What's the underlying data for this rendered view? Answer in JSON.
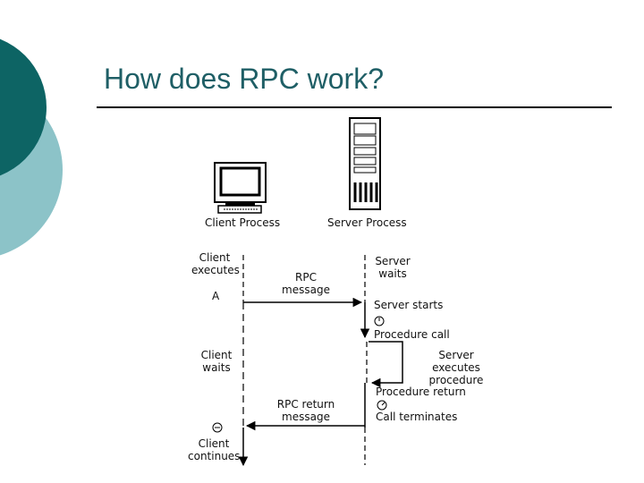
{
  "slide": {
    "title": "How does RPC work?",
    "colors": {
      "teal_dark": "#0d6464",
      "teal_light": "#8cc3c8",
      "title_text": "#1f5f66"
    }
  },
  "diagram": {
    "client_process": "Client Process",
    "server_process": "Server Process",
    "client_executes": [
      "Client",
      "executes"
    ],
    "server_waits": [
      "Server",
      "waits"
    ],
    "rpc_message": [
      "RPC",
      "message"
    ],
    "marker_a": "A",
    "server_starts": "Server starts",
    "procedure_call": "Procedure call",
    "client_waits": [
      "Client",
      "waits"
    ],
    "server_executes": [
      "Server executes",
      "procedure"
    ],
    "procedure_return": "Procedure return",
    "rpc_return_message": [
      "RPC return",
      "message"
    ],
    "call_terminates": "Call terminates",
    "client_continues": [
      "Client",
      "continues"
    ]
  }
}
